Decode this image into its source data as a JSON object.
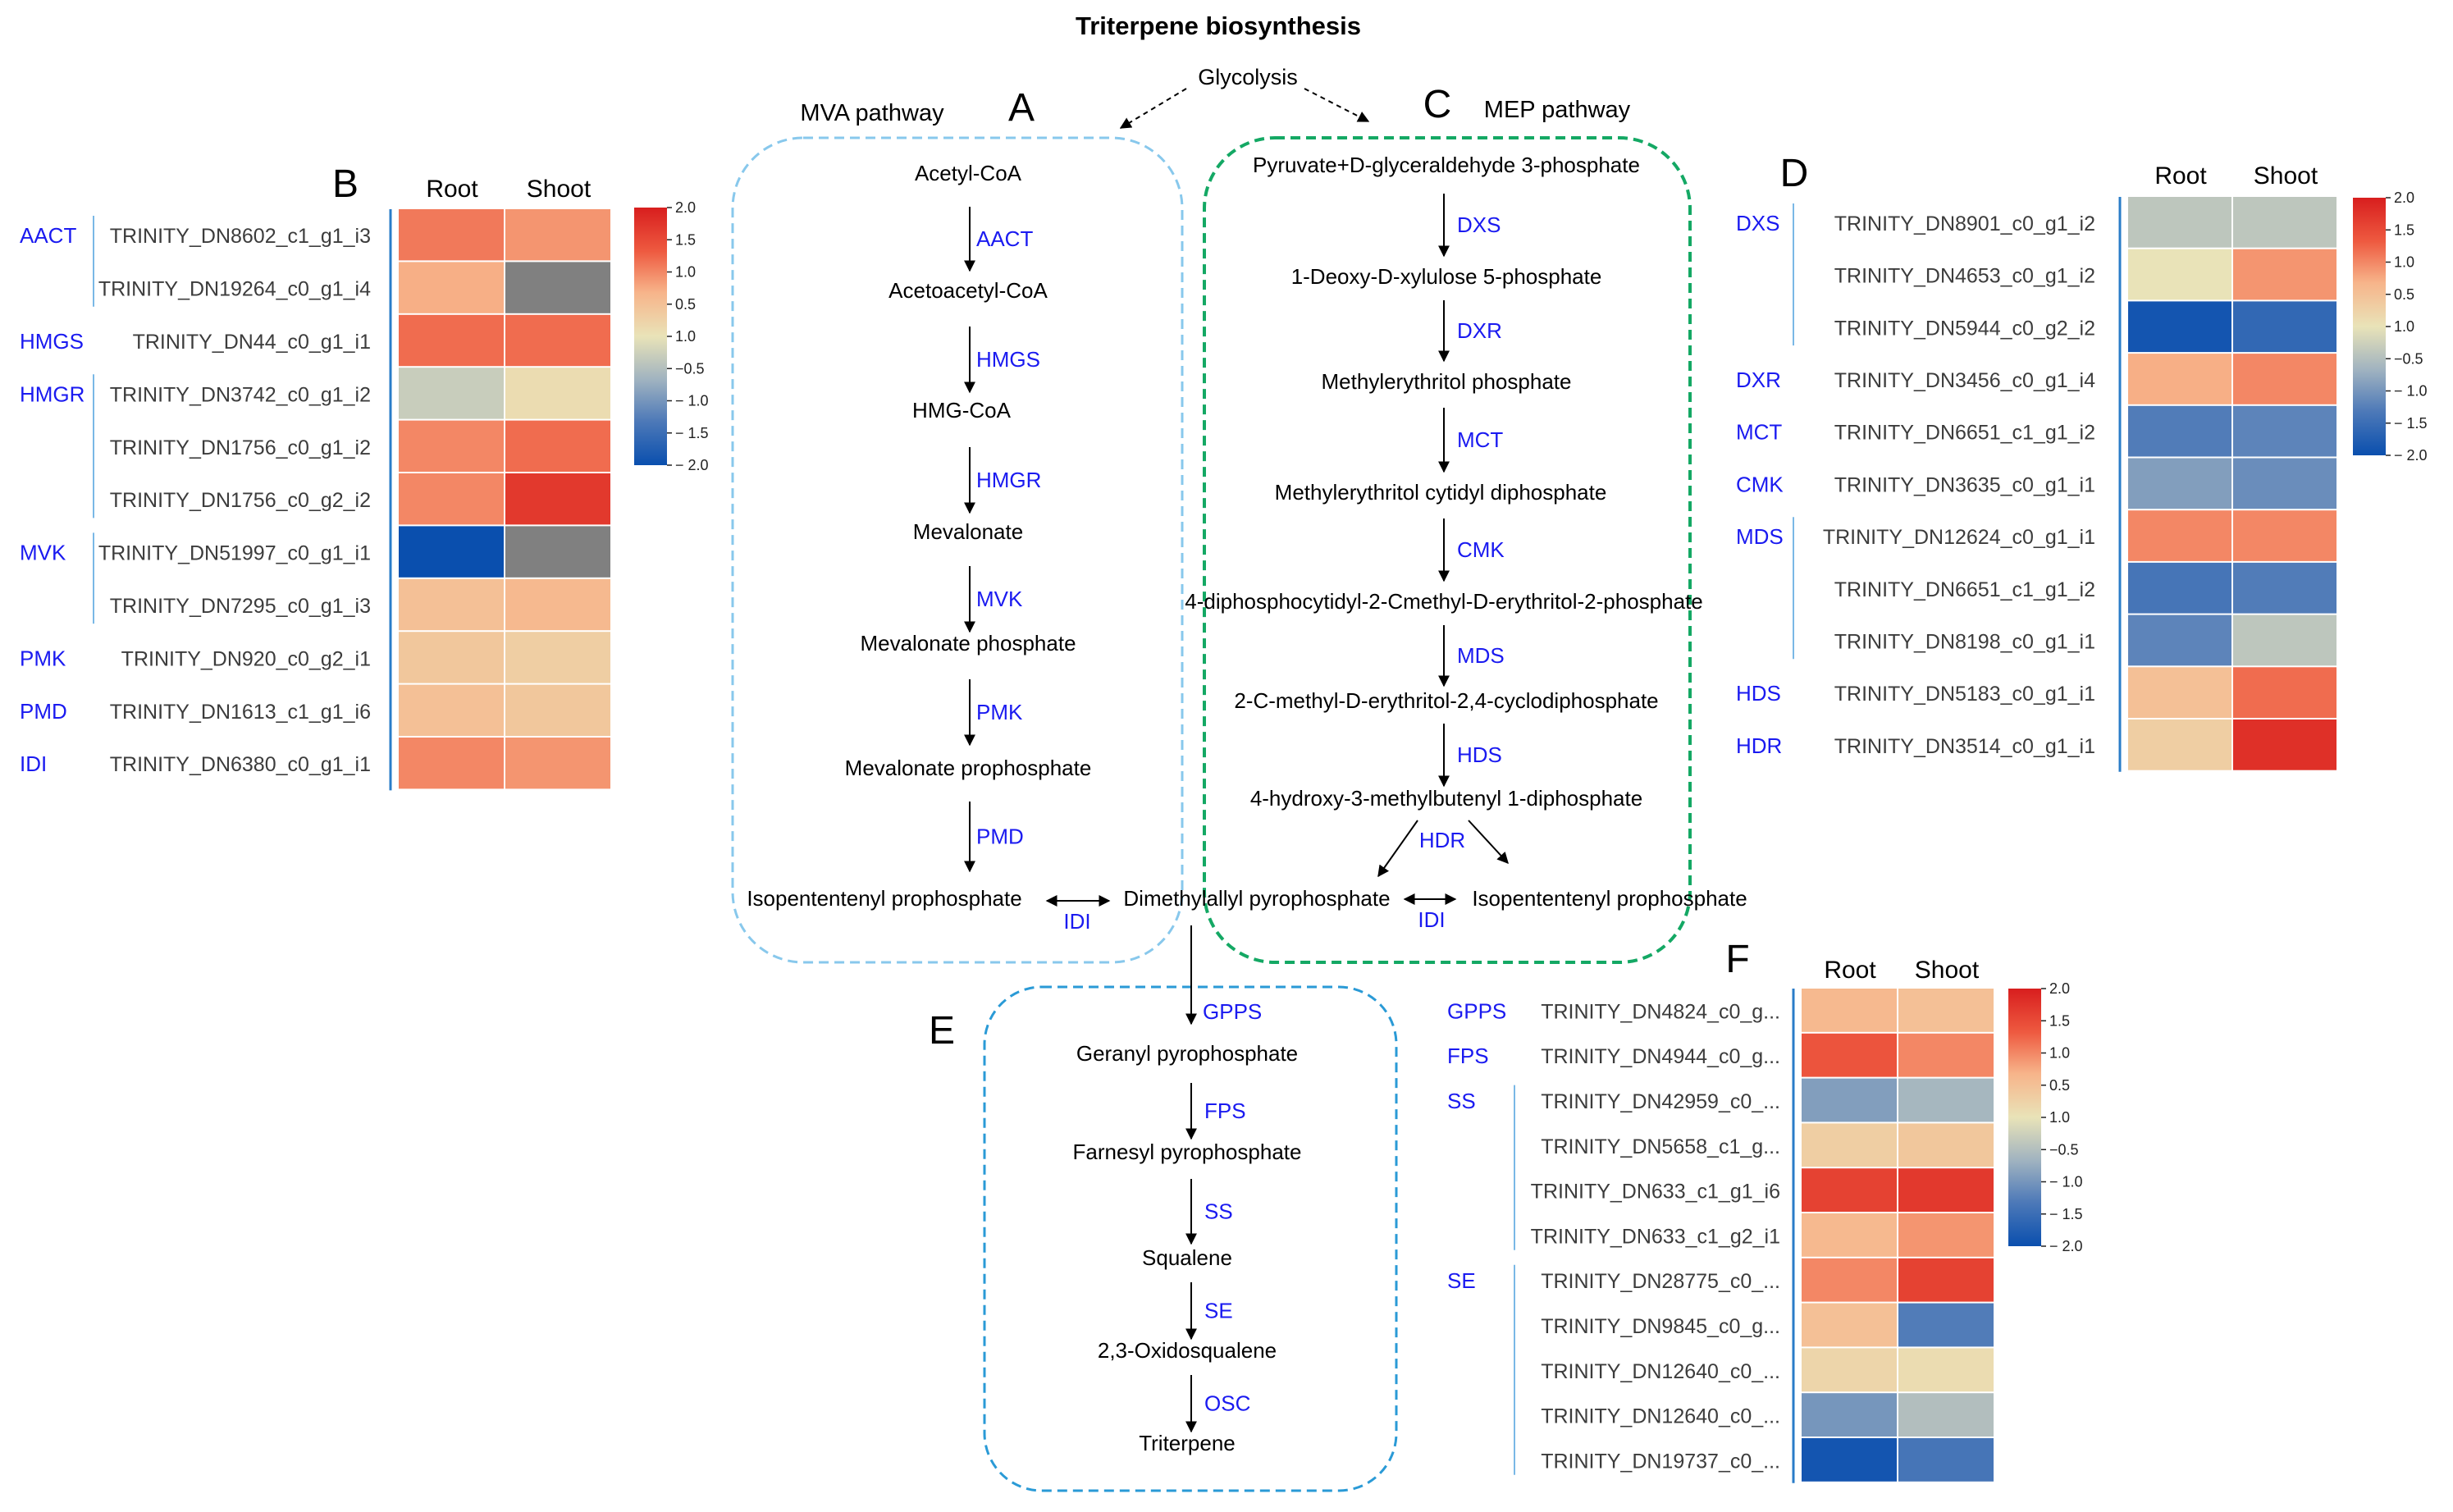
{
  "title": "Triterpene biosynthesis",
  "glycolysis": "Glycolysis",
  "pathways": {
    "mva": {
      "letter": "A",
      "name": "MVA pathway",
      "metabolites": [
        "Acetyl-CoA",
        "Acetoacetyl-CoA",
        "HMG-CoA",
        "Mevalonate",
        "Mevalonate phosphate",
        "Mevalonate prophosphate",
        "Isopententenyl prophosphate"
      ],
      "enzymes": [
        "AACT",
        "HMGS",
        "HMGR",
        "MVK",
        "PMK",
        "PMD"
      ]
    },
    "mep": {
      "letter": "C",
      "name": "MEP pathway",
      "metabolites": [
        "Pyruvate+D-glyceraldehyde 3-phosphate",
        "1-Deoxy-D-xylulose 5-phosphate",
        "Methylerythritol phosphate",
        "Methylerythritol cytidyl diphosphate",
        "4-diphosphocytidyl-2-Cmethyl-D-erythritol-2-phosphate",
        "2-C-methyl-D-erythritol-2,4-cyclodiphosphate",
        "4-hydroxy-3-methylbutenyl 1-diphosphate",
        "Dimethylallyl pyrophosphate",
        "Isopententenyl prophosphate"
      ],
      "enzymes": [
        "DXS",
        "DXR",
        "MCT",
        "CMK",
        "MDS",
        "HDS",
        "HDR"
      ]
    },
    "idi_left": "IDI",
    "idi_right": "IDI",
    "downstream": {
      "letter": "E",
      "metabolites": [
        "Geranyl pyrophosphate",
        "Farnesyl pyrophosphate",
        "Squalene",
        "2,3-Oxidosqualene",
        "Triterpene"
      ],
      "enzymes": [
        "GPPS",
        "FPS",
        "SS",
        "SE",
        "OSC"
      ]
    }
  },
  "heatmaps": [
    {
      "letter": "B",
      "columns": [
        "Root",
        "Shoot"
      ],
      "colorbar_ticks": [
        "2.0",
        "1.5",
        "1.0",
        "0.5",
        "1.0",
        "−0.5",
        "− 1.0",
        "− 1.5",
        "− 2.0"
      ],
      "groups": [
        {
          "enzyme": "AACT",
          "start": 0,
          "end": 1
        },
        {
          "enzyme": "HMGS",
          "start": 2,
          "end": 2
        },
        {
          "enzyme": "HMGR",
          "start": 3,
          "end": 5
        },
        {
          "enzyme": "MVK",
          "start": 6,
          "end": 7
        },
        {
          "enzyme": "PMK",
          "start": 8,
          "end": 8
        },
        {
          "enzyme": "PMD",
          "start": 9,
          "end": 9
        },
        {
          "enzyme": "IDI",
          "start": 10,
          "end": 10
        }
      ],
      "rows": [
        {
          "gene": "TRINITY_DN8602_c1_g1_i3",
          "values": [
            1.1,
            0.9
          ]
        },
        {
          "gene": "TRINITY_DN19264_c0_g1_i4",
          "values": [
            0.7,
            null
          ]
        },
        {
          "gene": "TRINITY_DN44_c0_g1_i1",
          "values": [
            1.2,
            1.2
          ]
        },
        {
          "gene": "TRINITY_DN3742_c0_g1_i2",
          "values": [
            -0.3,
            0.1
          ]
        },
        {
          "gene": "TRINITY_DN1756_c0_g1_i2",
          "values": [
            1.0,
            1.2
          ]
        },
        {
          "gene": "TRINITY_DN1756_c0_g2_i2",
          "values": [
            1.0,
            1.7
          ]
        },
        {
          "gene": "TRINITY_DN51997_c0_g1_i1",
          "values": [
            -2.0,
            null
          ]
        },
        {
          "gene": "TRINITY_DN7295_c0_g1_i3",
          "values": [
            0.5,
            0.6
          ]
        },
        {
          "gene": "TRINITY_DN920_c0_g2_i1",
          "values": [
            0.4,
            0.3
          ]
        },
        {
          "gene": "TRINITY_DN1613_c1_g1_i6",
          "values": [
            0.5,
            0.4
          ]
        },
        {
          "gene": "TRINITY_DN6380_c0_g1_i1",
          "values": [
            1.0,
            0.9
          ]
        }
      ]
    },
    {
      "letter": "D",
      "columns": [
        "Root",
        "Shoot"
      ],
      "colorbar_ticks": [
        "2.0",
        "1.5",
        "1.0",
        "0.5",
        "1.0",
        "−0.5",
        "− 1.0",
        "− 1.5",
        "− 2.0"
      ],
      "groups": [
        {
          "enzyme": "DXS",
          "start": 0,
          "end": 2
        },
        {
          "enzyme": "DXR",
          "start": 3,
          "end": 3
        },
        {
          "enzyme": "MCT",
          "start": 4,
          "end": 4
        },
        {
          "enzyme": "CMK",
          "start": 5,
          "end": 5
        },
        {
          "enzyme": "MDS",
          "start": 6,
          "end": 8
        },
        {
          "enzyme": "HDS",
          "start": 9,
          "end": 9
        },
        {
          "enzyme": "HDR",
          "start": 10,
          "end": 10
        }
      ],
      "rows": [
        {
          "gene": "TRINITY_DN8901_c0_g1_i2",
          "values": [
            -0.4,
            -0.4
          ]
        },
        {
          "gene": "TRINITY_DN4653_c0_g1_i2",
          "values": [
            0.0,
            0.9
          ]
        },
        {
          "gene": "TRINITY_DN5944_c0_g2_i2",
          "values": [
            -1.9,
            -1.6
          ]
        },
        {
          "gene": "TRINITY_DN3456_c0_g1_i4",
          "values": [
            0.7,
            1.0
          ]
        },
        {
          "gene": "TRINITY_DN6651_c1_g1_i2",
          "values": [
            -1.3,
            -1.2
          ]
        },
        {
          "gene": "TRINITY_DN3635_c0_g1_i1",
          "values": [
            -0.9,
            -1.1
          ]
        },
        {
          "gene": "TRINITY_DN12624_c0_g1_i1",
          "values": [
            1.0,
            1.0
          ]
        },
        {
          "gene": "TRINITY_DN6651_c1_g1_i2",
          "values": [
            -1.4,
            -1.3
          ]
        },
        {
          "gene": "TRINITY_DN8198_c0_g1_i1",
          "values": [
            -1.2,
            -0.4
          ]
        },
        {
          "gene": "TRINITY_DN5183_c0_g1_i1",
          "values": [
            0.5,
            1.2
          ]
        },
        {
          "gene": "TRINITY_DN3514_c0_g1_i1",
          "values": [
            0.3,
            1.8
          ]
        }
      ]
    },
    {
      "letter": "F",
      "columns": [
        "Root",
        "Shoot"
      ],
      "colorbar_ticks": [
        "2.0",
        "1.5",
        "1.0",
        "0.5",
        "1.0",
        "−0.5",
        "− 1.0",
        "− 1.5",
        "− 2.0"
      ],
      "groups": [
        {
          "enzyme": "GPPS",
          "start": 0,
          "end": 0
        },
        {
          "enzyme": "FPS",
          "start": 1,
          "end": 1
        },
        {
          "enzyme": "SS",
          "start": 2,
          "end": 5
        },
        {
          "enzyme": "SE",
          "start": 6,
          "end": 10
        }
      ],
      "rows": [
        {
          "gene": "TRINITY_DN4824_c0_g...",
          "values": [
            0.6,
            0.5
          ]
        },
        {
          "gene": "TRINITY_DN4944_c0_g...",
          "values": [
            1.4,
            1.0
          ]
        },
        {
          "gene": "TRINITY_DN42959_c0_...",
          "values": [
            -0.9,
            -0.6
          ]
        },
        {
          "gene": "TRINITY_DN5658_c1_g...",
          "values": [
            0.3,
            0.4
          ]
        },
        {
          "gene": "TRINITY_DN633_c1_g1_i6",
          "values": [
            1.6,
            1.7
          ]
        },
        {
          "gene": "TRINITY_DN633_c1_g2_i1",
          "values": [
            0.6,
            0.9
          ]
        },
        {
          "gene": "TRINITY_DN28775_c0_...",
          "values": [
            1.0,
            1.6
          ]
        },
        {
          "gene": "TRINITY_DN9845_c0_g...",
          "values": [
            0.5,
            -1.3
          ]
        },
        {
          "gene": "TRINITY_DN12640_c0_...",
          "values": [
            0.2,
            0.1
          ]
        },
        {
          "gene": "TRINITY_DN12640_c0_...",
          "values": [
            -1.0,
            -0.5
          ]
        },
        {
          "gene": "TRINITY_DN19737_c0_...",
          "values": [
            -1.9,
            -1.4
          ]
        }
      ]
    }
  ],
  "colors": {
    "enzyme": "#1a1af0",
    "mva_box": "#88c8ec",
    "mep_box": "#14a864",
    "downstream_box": "#2a9ad6",
    "missing_cell": "#808080",
    "colormap": [
      "#0a4fae",
      "#4d79b8",
      "#9fb2c0",
      "#e9e3b8",
      "#f7b48a",
      "#ee5a40",
      "#d81e1e"
    ]
  }
}
